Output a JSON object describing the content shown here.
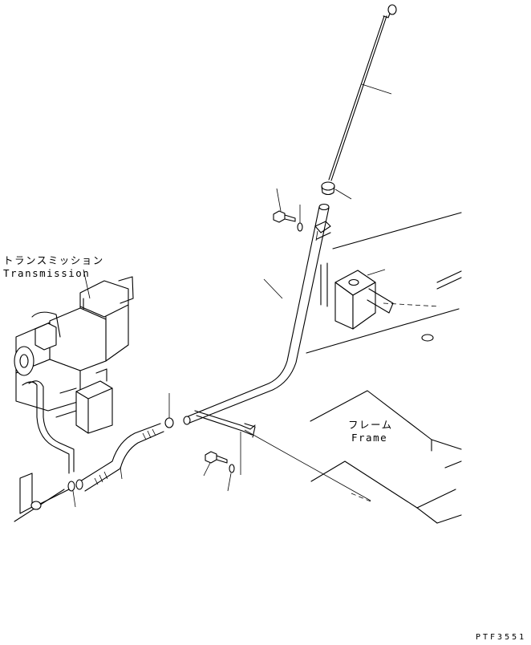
{
  "labels": {
    "transmission_jp": "トランスミッション",
    "transmission_en": "Transmission",
    "frame_jp": "フレーム",
    "frame_en": "Frame"
  },
  "drawing_code": "PTF3551"
}
